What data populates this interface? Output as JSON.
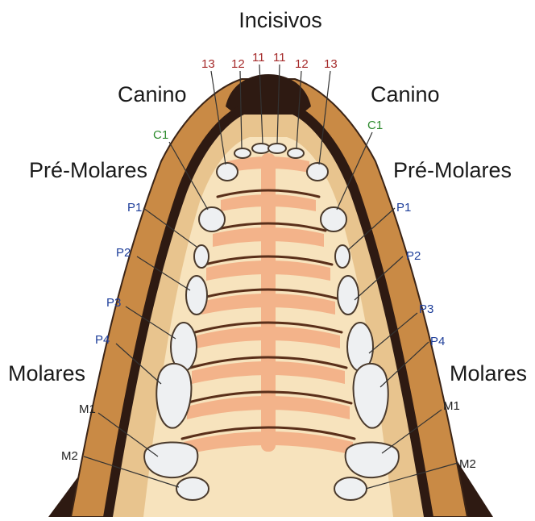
{
  "title": "Incisivos",
  "group_labels": {
    "canine_left": "Canino",
    "canine_right": "Canino",
    "premolars_left": "Pré-Molares",
    "premolars_right": "Pré-Molares",
    "molars_left": "Molares",
    "molars_right": "Molares"
  },
  "incisor_numbers": [
    "13",
    "12",
    "11",
    "11",
    "12",
    "13"
  ],
  "tooth_labels": {
    "c1": "C1",
    "p1": "P1",
    "p2": "P2",
    "p3": "P3",
    "p4": "P4",
    "m1": "M1",
    "m2": "M2"
  },
  "colors": {
    "gum_outer": "#c98a45",
    "jaw_dark": "#2e1a12",
    "palate": "#f7e3bd",
    "ridge": "#f3b38a",
    "incisor_label": "#a52a2a",
    "canine_label": "#2e8b2e",
    "premolar_label": "#1f3f9a"
  }
}
